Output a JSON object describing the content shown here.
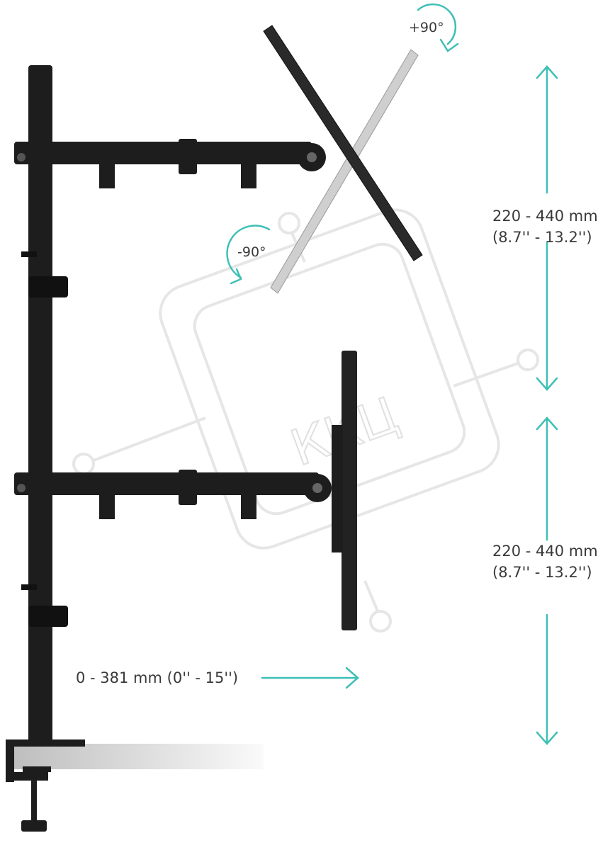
{
  "colors": {
    "accent": "#3fbfb6",
    "metal": "#1d1d1d",
    "panel_light": "#c8c8c8"
  },
  "watermark": "ККЦ",
  "rotation": {
    "plus": "+90°",
    "minus": "-90°"
  },
  "height_upper": {
    "mm": "220 - 440 mm",
    "inch": "(8.7'' - 13.2'')"
  },
  "height_lower": {
    "mm": "220 - 440 mm",
    "inch": "(8.7'' - 13.2'')"
  },
  "extension": "0 - 381 mm (0'' - 15'')"
}
